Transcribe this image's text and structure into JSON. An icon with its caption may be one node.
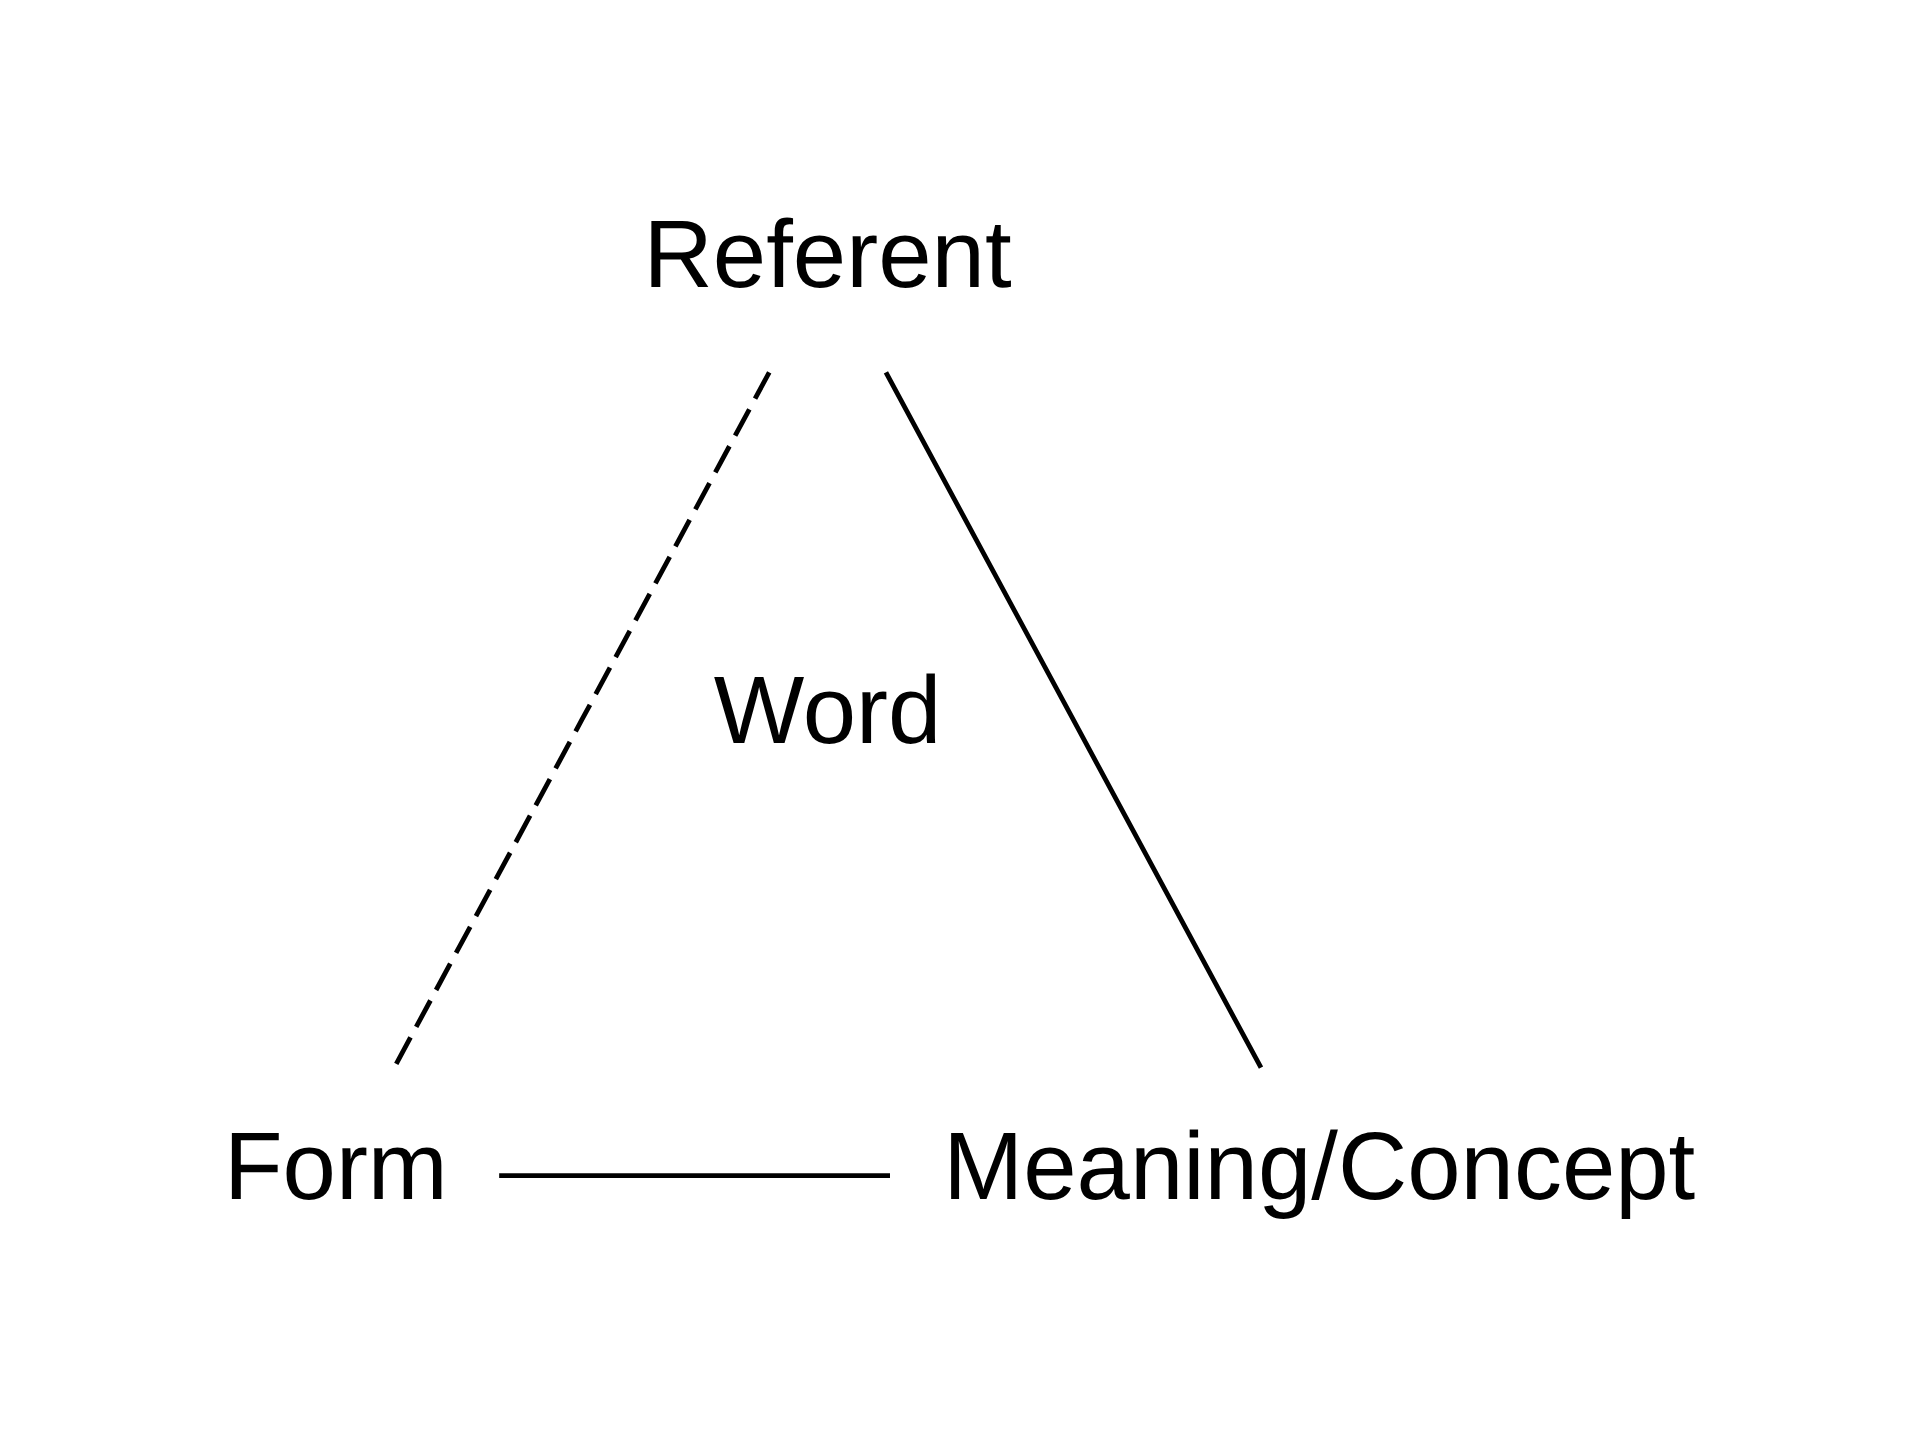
{
  "diagram": {
    "nodes": [
      {
        "text": [
          "Referent"
        ]
      },
      {
        "text": [
          "Form"
        ]
      },
      {
        "text": [
          "Meaning/Concept"
        ]
      }
    ],
    "edges": [
      {
        "from": 0,
        "to": 1,
        "arrow": "none",
        "style": "dashed"
      },
      {
        "from": 0,
        "to": 2,
        "arrow": "none"
      },
      {
        "from": 1,
        "to": 2,
        "arrow": "none"
      }
    ],
    "labels": [
      "Word"
    ]
  }
}
